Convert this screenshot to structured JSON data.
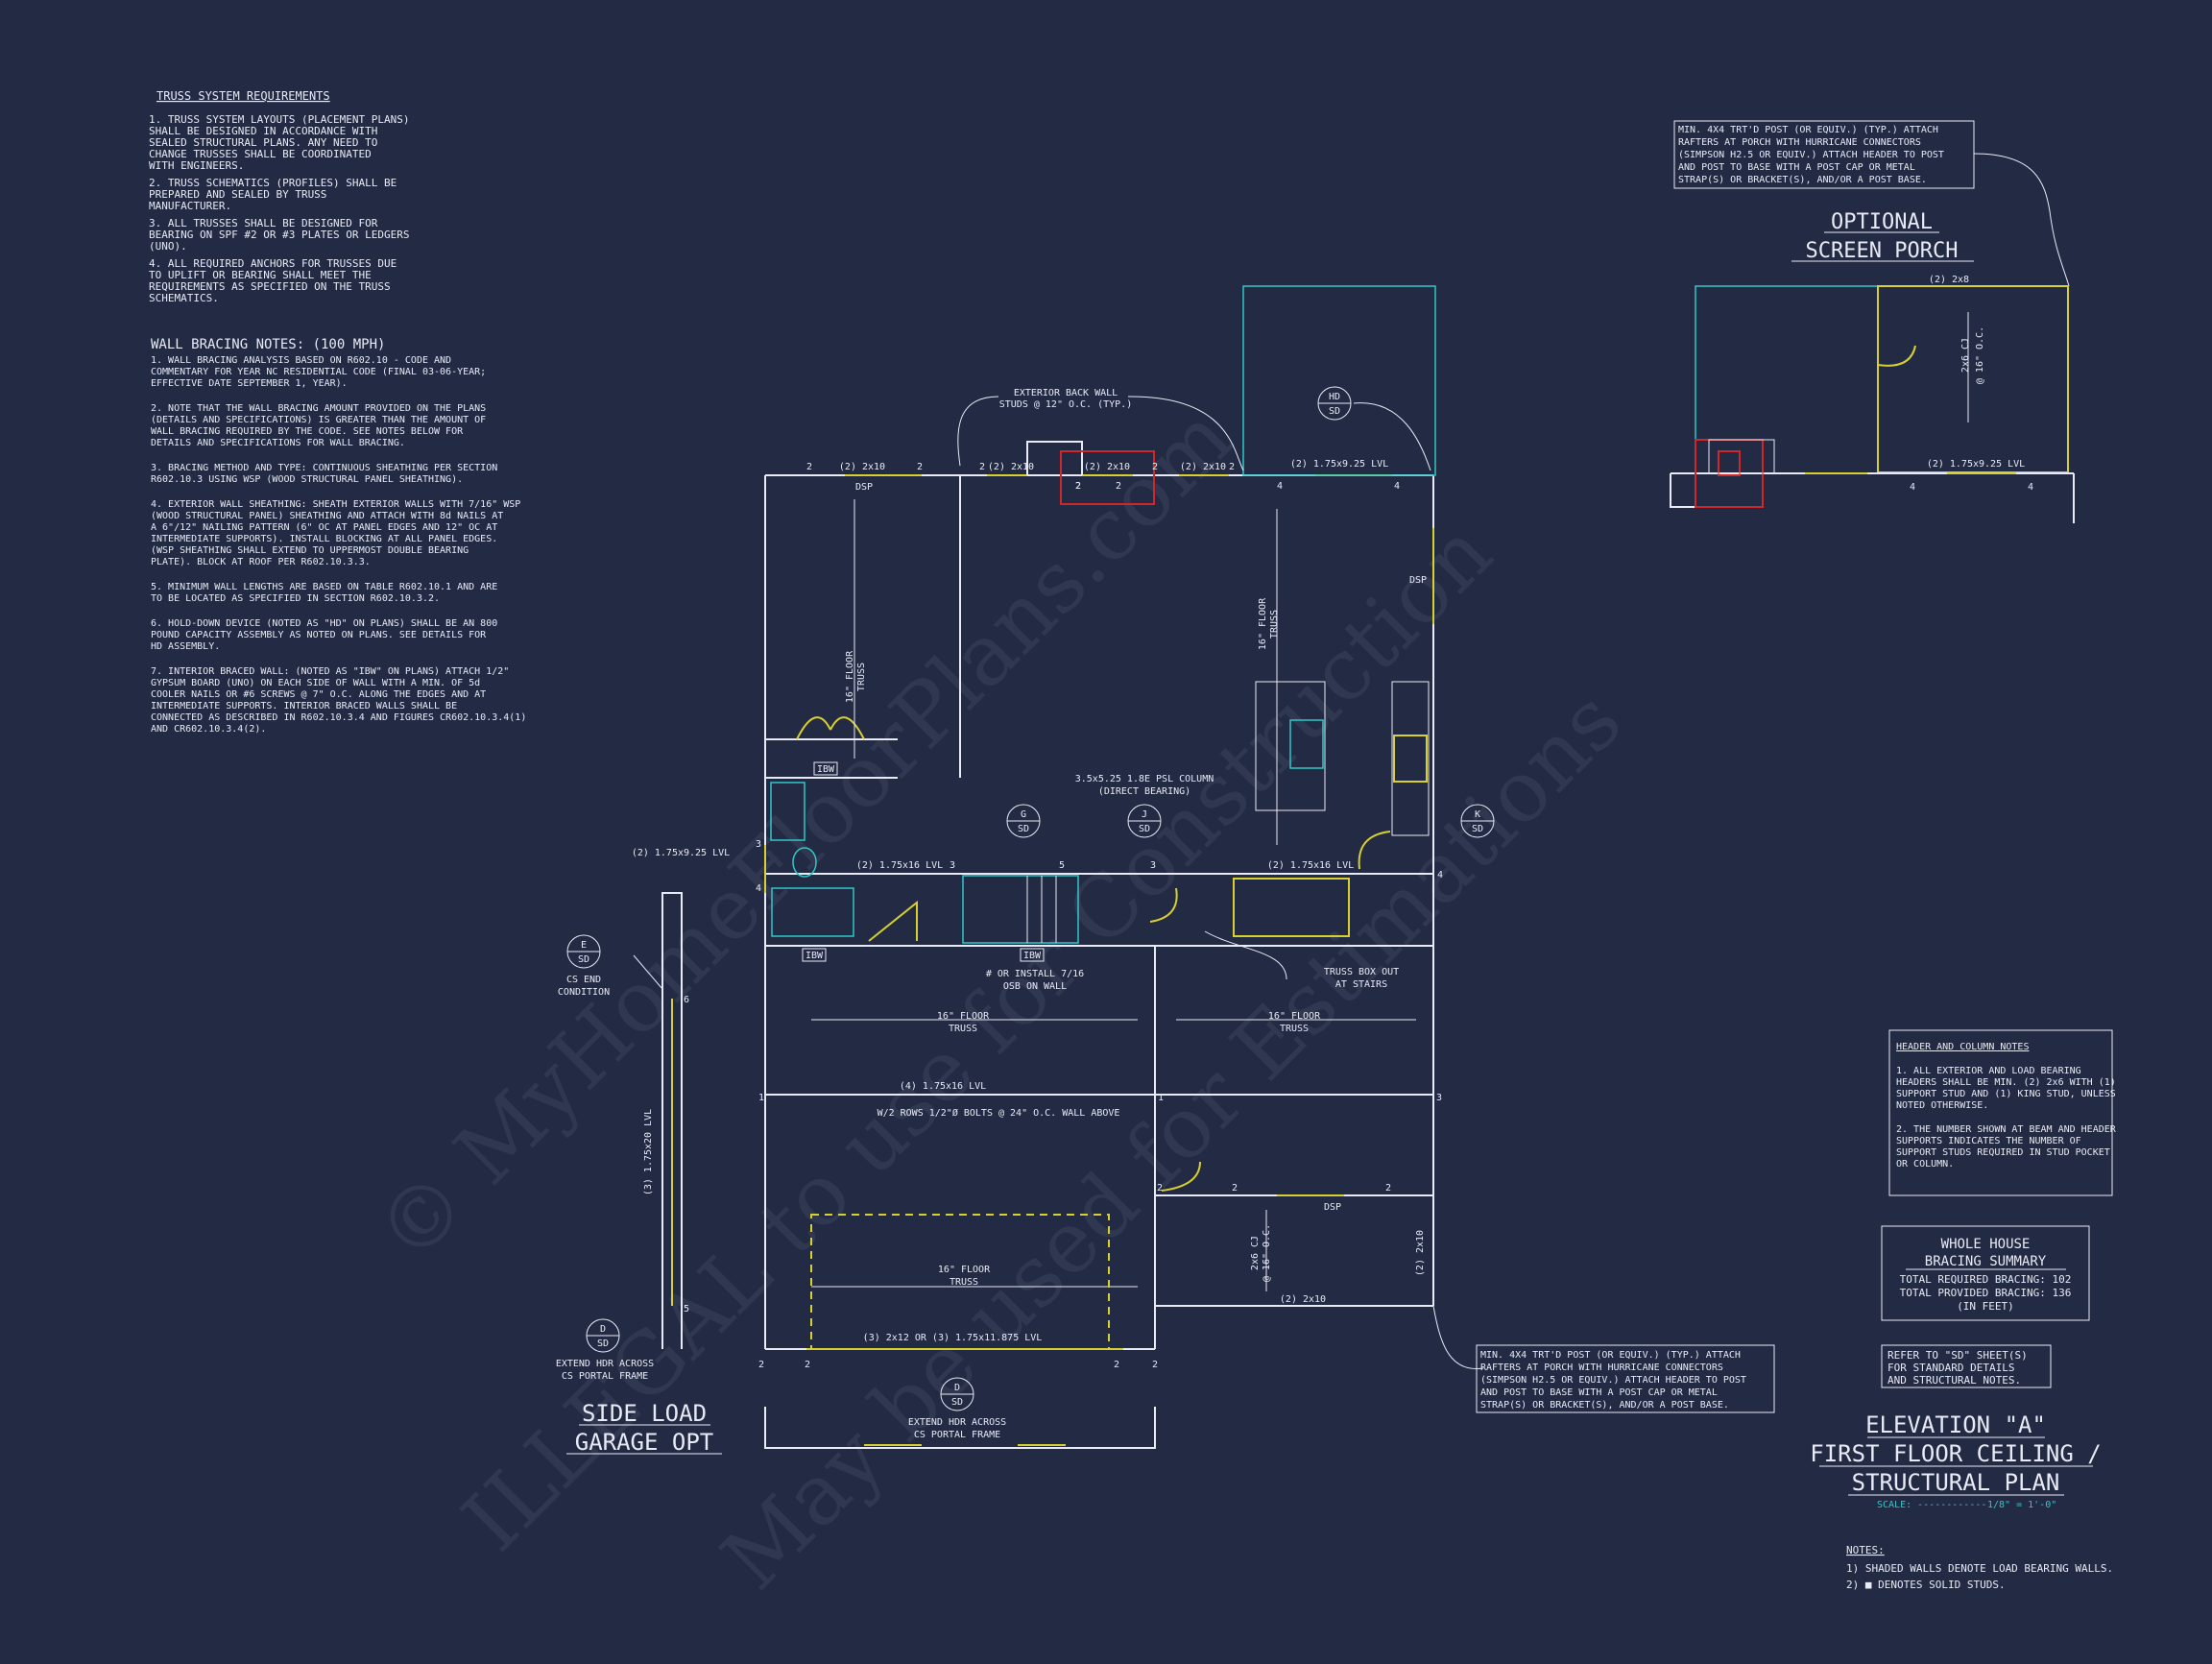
{
  "truss_notes": {
    "title": "TRUSS SYSTEM REQUIREMENTS",
    "lines": [
      "1. TRUSS SYSTEM LAYOUTS (PLACEMENT PLANS)",
      "SHALL BE DESIGNED IN ACCORDANCE WITH",
      "SEALED STRUCTURAL PLANS. ANY NEED TO",
      "CHANGE TRUSSES SHALL BE COORDINATED",
      "WITH  ENGINEERS.",
      "2. TRUSS SCHEMATICS (PROFILES) SHALL BE",
      "PREPARED AND SEALED BY TRUSS",
      "MANUFACTURER.",
      "3. ALL TRUSSES SHALL BE DESIGNED FOR",
      "BEARING ON SPF #2 OR #3 PLATES OR LEDGERS",
      "(UNO).",
      "4. ALL REQUIRED ANCHORS FOR TRUSSES DUE",
      "TO UPLIFT OR BEARING SHALL MEET THE",
      "REQUIREMENTS AS SPECIFIED ON THE TRUSS",
      "SCHEMATICS."
    ]
  },
  "wall_notes": {
    "title": "WALL BRACING NOTES: (100 MPH)",
    "lines": [
      "1. WALL BRACING ANALYSIS BASED ON R602.10 - CODE AND",
      "COMMENTARY FOR YEAR NC RESIDENTIAL CODE (FINAL 03-06-YEAR;",
      "EFFECTIVE DATE SEPTEMBER 1, YEAR).",
      "2. NOTE THAT THE WALL BRACING AMOUNT PROVIDED ON THE PLANS",
      "(DETAILS AND SPECIFICATIONS) IS GREATER THAN THE AMOUNT OF",
      "WALL BRACING REQUIRED BY THE CODE. SEE NOTES BELOW FOR",
      "DETAILS AND SPECIFICATIONS FOR WALL BRACING.",
      "3. BRACING METHOD AND TYPE: CONTINUOUS SHEATHING PER SECTION",
      "R602.10.3 USING WSP (WOOD STRUCTURAL PANEL SHEATHING).",
      "4. EXTERIOR WALL SHEATHING: SHEATH EXTERIOR WALLS WITH 7/16\" WSP",
      "(WOOD STRUCTURAL PANEL) SHEATHING AND ATTACH WITH 8d NAILS AT",
      "A 6\"/12\" NAILING PATTERN (6\" OC AT PANEL EDGES AND 12\" OC AT",
      "INTERMEDIATE SUPPORTS). INSTALL BLOCKING AT ALL PANEL EDGES.",
      "(WSP SHEATHING SHALL EXTEND TO UPPERMOST DOUBLE BEARING",
      "PLATE). BLOCK AT ROOF PER R602.10.3.3.",
      "5. MINIMUM WALL LENGTHS ARE BASED ON TABLE R602.10.1 AND ARE",
      "TO BE LOCATED AS SPECIFIED IN SECTION R602.10.3.2.",
      "6. HOLD-DOWN DEVICE (NOTED AS \"HD\" ON PLANS) SHALL BE AN 800",
      "POUND CAPACITY ASSEMBLY AS NOTED ON PLANS. SEE DETAILS FOR",
      "HD ASSEMBLY.",
      "7. INTERIOR BRACED WALL: (NOTED AS \"IBW\" ON PLANS) ATTACH 1/2\"",
      "GYPSUM BOARD (UNO) ON EACH SIDE OF WALL WITH A MIN. OF 5d",
      "COOLER NAILS OR #6 SCREWS @ 7\" O.C. ALONG THE EDGES AND AT",
      "INTERMEDIATE SUPPORTS. INTERIOR BRACED WALLS SHALL BE",
      "CONNECTED AS DESCRIBED IN R602.10.3.4 AND FIGURES CR602.10.3.4(1)",
      "AND CR602.10.3.4(2)."
    ]
  },
  "post_note_top": [
    "MIN. 4X4 TRT'D POST (OR EQUIV.) (TYP.) ATTACH",
    "RAFTERS AT PORCH WITH HURRICANE CONNECTORS",
    "(SIMPSON H2.5 OR EQUIV.) ATTACH HEADER TO POST",
    "AND POST TO BASE WITH A POST CAP OR METAL",
    "STRAP(S) OR BRACKET(S), AND/OR A POST BASE."
  ],
  "post_note_bottom": [
    "MIN. 4X4 TRT'D POST (OR EQUIV.) (TYP.) ATTACH",
    "RAFTERS AT PORCH WITH HURRICANE CONNECTORS",
    "(SIMPSON H2.5 OR EQUIV.) ATTACH HEADER TO POST",
    "AND POST TO BASE WITH A POST CAP OR METAL",
    "STRAP(S) OR BRACKET(S), AND/OR A POST BASE."
  ],
  "screen_porch": {
    "title1": "OPTIONAL",
    "title2": "SCREEN PORCH",
    "hdr_top": "(2) 2x8",
    "cj": "2x6 CJ",
    "cj2": "@ 16\" O.C.",
    "hdr_bottom": "(2) 1.75x9.25 LVL"
  },
  "header_notes": {
    "title": "HEADER AND COLUMN NOTES",
    "lines": [
      "1. ALL EXTERIOR AND LOAD BEARING",
      "HEADERS SHALL BE MIN. (2) 2x6 WITH (1)",
      "SUPPORT STUD AND (1) KING STUD, UNLESS",
      "NOTED OTHERWISE.",
      "2. THE NUMBER SHOWN AT BEAM AND HEADER",
      "SUPPORTS INDICATES THE NUMBER OF",
      "SUPPORT STUDS REQUIRED IN STUD POCKET",
      "OR COLUMN."
    ]
  },
  "bracing_summary": {
    "title1": "WHOLE HOUSE",
    "title2": "BRACING SUMMARY",
    "required": "TOTAL REQUIRED BRACING: 102",
    "provided": "TOTAL PROVIDED BRACING: 136",
    "unit": "(IN FEET)"
  },
  "refer_note": [
    "REFER TO \"SD\" SHEET(S)",
    "FOR STANDARD DETAILS",
    "AND STRUCTURAL NOTES."
  ],
  "title_block": {
    "line1": "ELEVATION \"A\"",
    "line2": "FIRST FLOOR CEILING /",
    "line3": "STRUCTURAL PLAN",
    "scale_label": "SCALE: ------------",
    "scale_value": "1/8\" = 1'-0\""
  },
  "legend_notes": {
    "title": "NOTES:",
    "line1": "1) SHADED WALLS DENOTE LOAD BEARING WALLS.",
    "line2": "2) ■ DENOTES SOLID STUDS."
  },
  "garage_option": {
    "line1": "SIDE LOAD",
    "line2": "GARAGE OPT"
  },
  "plan_labels": {
    "ext_back_wall_1": "EXTERIOR BACK WALL",
    "ext_back_wall_2": "STUDS @ 12\" O.C. (TYP.)",
    "hdr_2x10_a": "(2) 2x10",
    "hdr_2x10_b": "(2) 2x10",
    "hdr_2x10_c": "(2) 2x10",
    "hdr_2x10_d": "(2) 2x10",
    "hdr_lvl_top": "(2) 1.75x9.25 LVL",
    "dsp_top": "DSP",
    "dsp_right": "DSP",
    "dsp_bottom": "DSP",
    "floor_truss_v1": "16\" FLOOR",
    "floor_truss_v1b": "TRUSS",
    "floor_truss_v2": "16\" FLOOR",
    "floor_truss_v2b": "TRUSS",
    "psl_col_1": "3.5x5.25 1.8E PSL COLUMN",
    "psl_col_2": "(DIRECT BEARING)",
    "lvl_left": "(2) 1.75x9.25 LVL",
    "lvl_16_a": "(2) 1.75x16 LVL",
    "lvl_16_b": "(2) 1.75x16 LVL",
    "ibw_1": "IBW",
    "ibw_2": "IBW",
    "ibw_3": "IBW",
    "osb_1": "# OR INSTALL 7/16",
    "osb_2": "OSB ON WALL",
    "truss_box_1": "TRUSS BOX OUT",
    "truss_box_2": "AT STAIRS",
    "floor_truss_h1": "16\" FLOOR",
    "floor_truss_h1b": "TRUSS",
    "floor_truss_h2": "16\" FLOOR",
    "floor_truss_h2b": "TRUSS",
    "lvl_4": "(4) 1.75x16 LVL",
    "bolts": "W/2 ROWS 1/2\"Ø BOLTS @ 24\" O.C.   WALL ABOVE",
    "floor_truss_h3": "16\" FLOOR",
    "floor_truss_h3b": "TRUSS",
    "garage_hdr": "(3) 2x12 OR (3) 1.75x11.875 LVL",
    "cj_1": "2x6 CJ",
    "cj_2": "@ 16\" O.C.",
    "hdr_2x10_e": "(2) 2x10",
    "hdr_2x10_f": "(2) 2x10",
    "lvl_garage_side": "(3) 1.75x20 LVL",
    "cs_end_1": "CS END",
    "cs_end_2": "CONDITION",
    "ext_hdr_1": "EXTEND HDR ACROSS",
    "ext_hdr_2": "CS PORTAL FRAME",
    "ext_hdr_3": "EXTEND HDR ACROSS",
    "ext_hdr_4": "CS PORTAL FRAME"
  },
  "detail_tags": {
    "hd": {
      "top": "HD",
      "bottom": "SD"
    },
    "g": {
      "top": "G",
      "bottom": "SD"
    },
    "j": {
      "top": "J",
      "bottom": "SD"
    },
    "k": {
      "top": "K",
      "bottom": "SD"
    },
    "e": {
      "top": "E",
      "bottom": "SD"
    },
    "d1": {
      "top": "D",
      "bottom": "SD"
    },
    "d2": {
      "top": "D",
      "bottom": "SD"
    }
  },
  "stud_counts": [
    "2",
    "2",
    "2",
    "2",
    "2",
    "2",
    "4",
    "4",
    "2",
    "2",
    "3",
    "4",
    "3",
    "4",
    "5",
    "3",
    "4",
    "1",
    "1",
    "3",
    "2",
    "2",
    "2",
    "2",
    "2",
    "2",
    "2",
    "6",
    "5",
    "4",
    "4"
  ],
  "watermark": {
    "line1": "© MyHomeFloorPlans.com",
    "line2": "ILLEGAL to use for Construction",
    "line3": "May be used for Estimations"
  },
  "colors": {
    "background": "#232a44",
    "linework": "#e8ebf5",
    "header_yellow": "#d8d030",
    "fixture_cyan": "#2fc8c8",
    "fireplace_red": "#d02828"
  }
}
